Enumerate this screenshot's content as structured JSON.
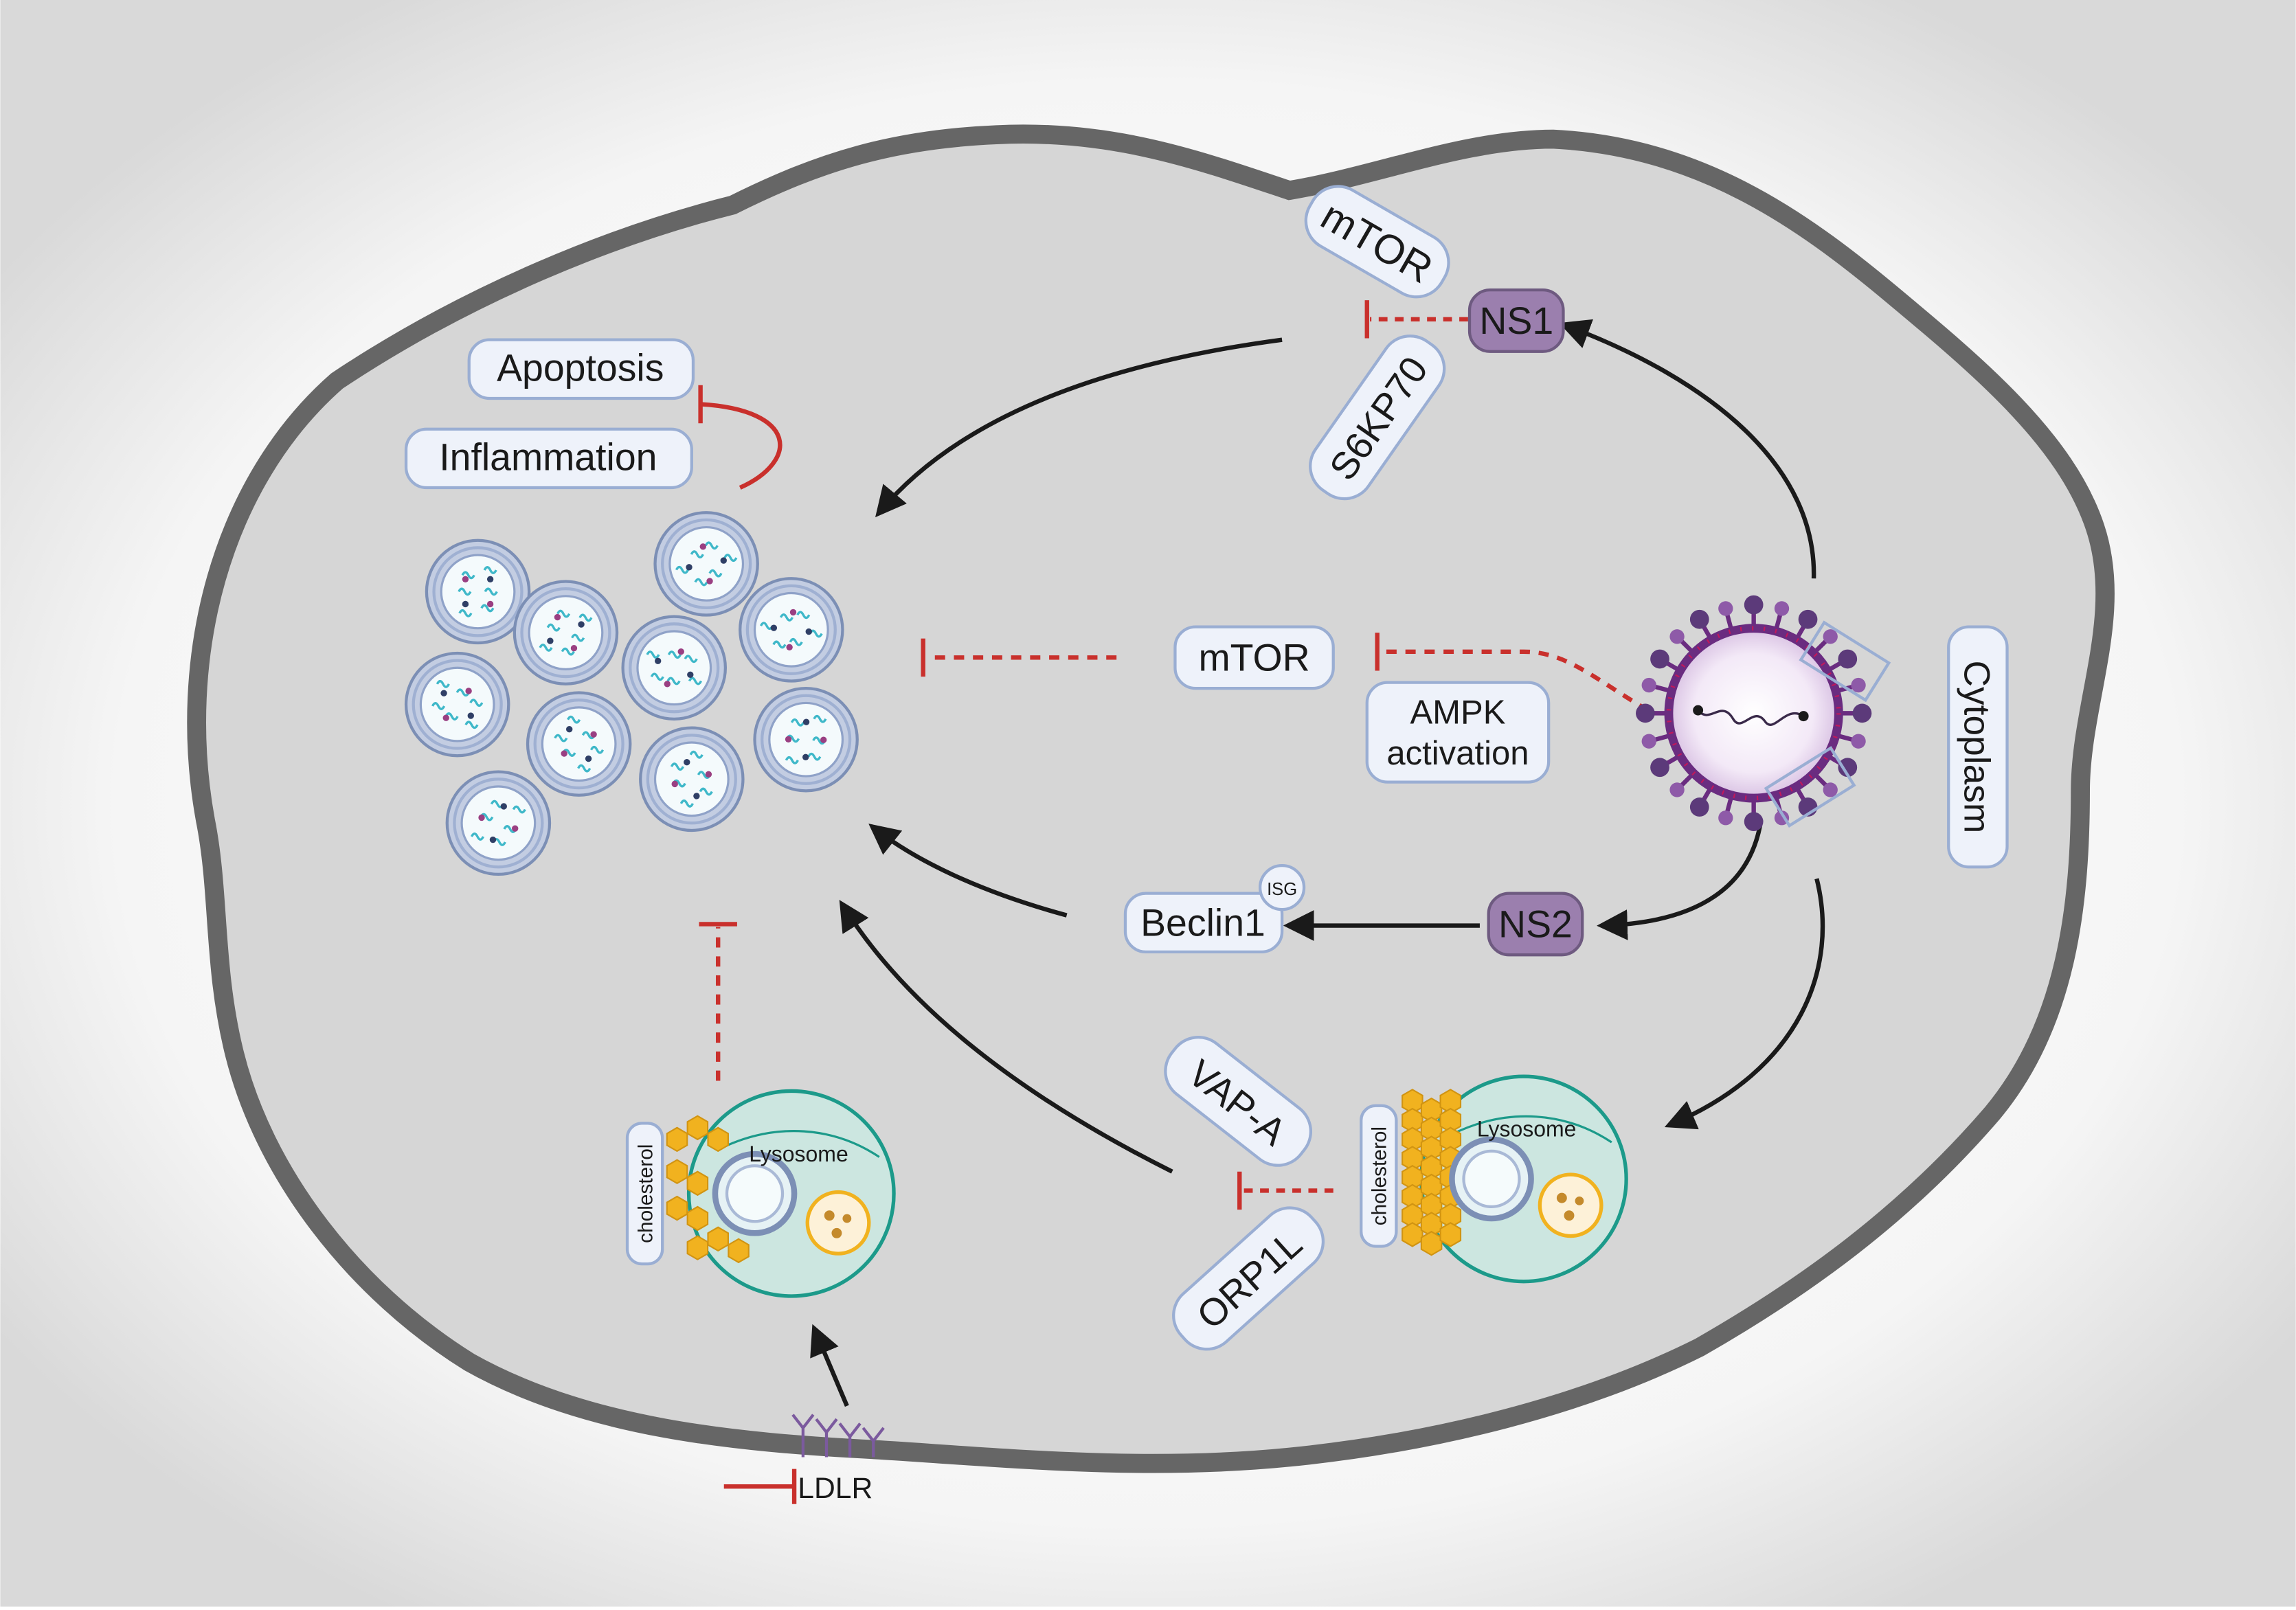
{
  "labels": {
    "mtor_top": "mTOR",
    "ns1": "NS1",
    "s6kp70": "S6KP70",
    "apoptosis": "Apoptosis",
    "inflammation": "Inflammation",
    "mtor_mid": "mTOR",
    "ampk_line1": "AMPK",
    "ampk_line2": "activation",
    "cytoplasm": "Cytoplasm",
    "beclin1": "Beclin1",
    "isg": "ISG",
    "ns2": "NS2",
    "vapa": "VAP-A",
    "orp1l": "ORP1L",
    "cholesterol_left": "cholesterol",
    "cholesterol_right": "cholesterol",
    "lysosome_left": "Lysosome",
    "lysosome_right": "Lysosome",
    "ldlr": "LDLR"
  },
  "colors": {
    "cell_fill": "#d6d6d6",
    "membrane": "#666666",
    "label_fill": "#eef2fa",
    "label_stroke": "#9aaed3",
    "ns_fill": "#9b7fae",
    "ns_stroke": "#6e5a80",
    "inhibit_red": "#c9302c",
    "arrow": "#1a1a1a",
    "lysosome_fill": "#cce6e0",
    "lysosome_stroke": "#1c9a8a",
    "cholesterol": "#f1b21f",
    "virus_purple": "#6a2c80"
  }
}
